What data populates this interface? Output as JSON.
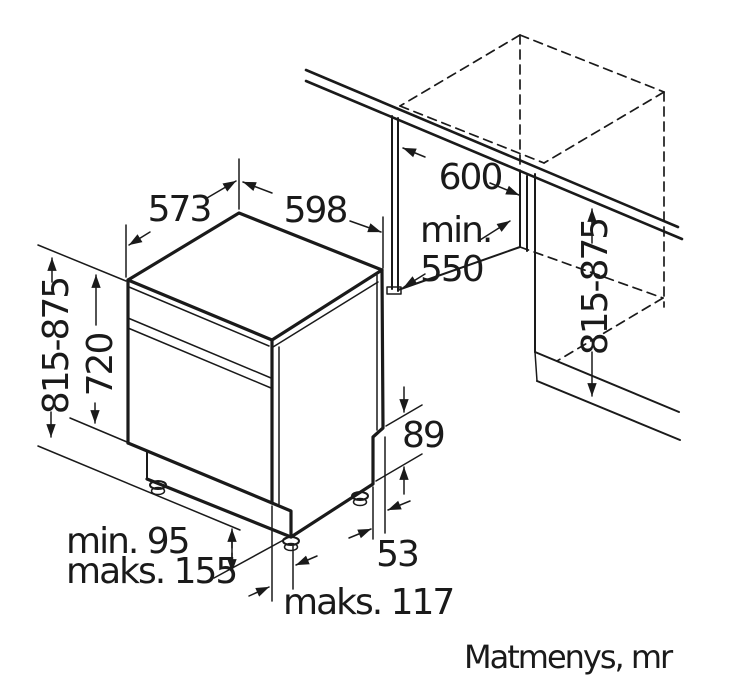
{
  "figure": {
    "type": "technical-drawing",
    "subject": "built-under dishwasher installation dimensions"
  },
  "colors": {
    "line": "#1a1a1a",
    "background": "#ffffff"
  },
  "labels": {
    "top_depth": "573",
    "top_width": "598",
    "niche_width": "600",
    "niche_depth_line1": "min.",
    "niche_depth_line2": "550",
    "height_range_left": "815-875",
    "door_height": "720",
    "height_range_right": "815-875",
    "rear_step_height": "89",
    "rear_offset": "53",
    "plinth_min": "min. 95",
    "plinth_max": "maks. 155",
    "front_clearance": "maks. 117",
    "caption": "Matmenys, mr"
  }
}
